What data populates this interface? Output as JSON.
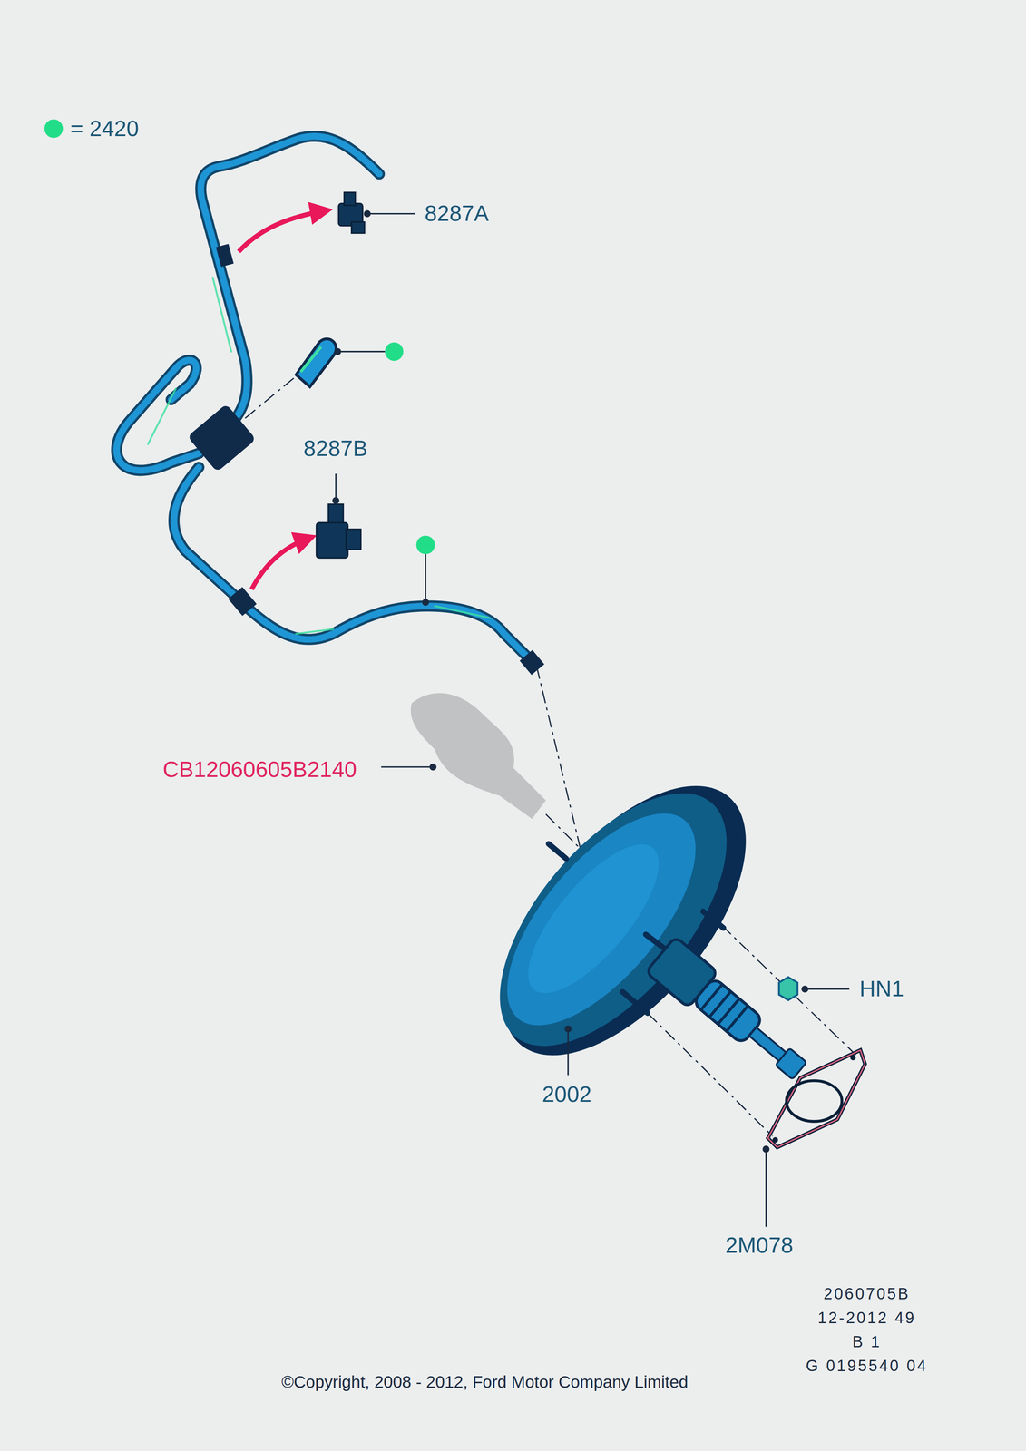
{
  "diagram": {
    "labels": [
      "8287A",
      "8287B",
      "CB12060605B2140",
      "2002",
      "HN1",
      "2M078",
      "2060705B",
      "12-2012 49",
      "B 1",
      "G 0195540 04",
      "©Copyright, 2008 - 2012, Ford Motor Company Limited"
    ],
    "legend": [
      {
        "text": "= 2420",
        "color": "#22dd88"
      }
    ]
  }
}
